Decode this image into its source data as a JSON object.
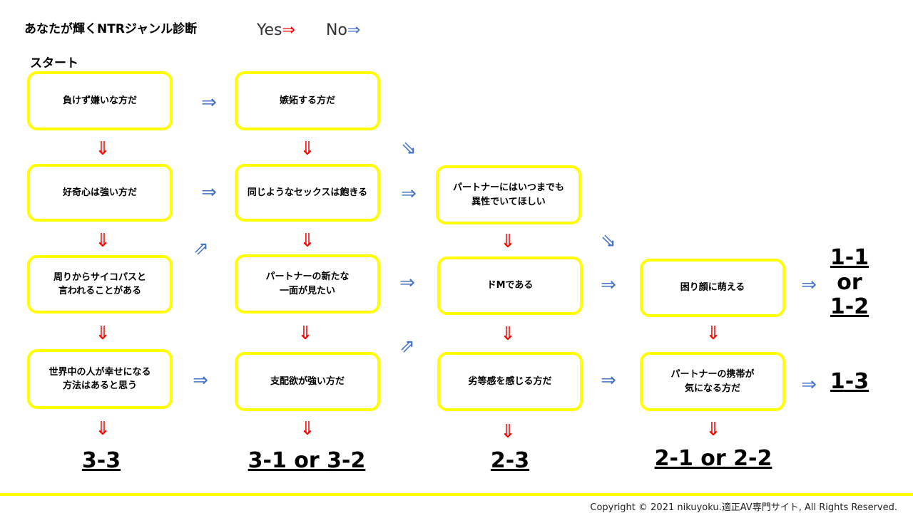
{
  "header": {
    "title": "あなたが輝くNTRジャンル診断",
    "legend_yes": "Yes",
    "legend_no": "No",
    "yes_color": "#ff0000",
    "no_color": "#4472c4"
  },
  "start_label": "スタート",
  "arrow_glyphs": {
    "right": "⇒",
    "down": "⇓",
    "up_right": "⇗",
    "down_right": "⇘"
  },
  "nodes": {
    "c1_q1": "負けず嫌いな方だ",
    "c1_q2": "好奇心は強い方だ",
    "c1_q3": "周りからサイコパスと\n言われることがある",
    "c1_q4": "世界中の人が幸せになる\n方法はあると思う",
    "c2_q1": "嫉妬する方だ",
    "c2_q2": "同じようなセックスは飽きる",
    "c2_q3": "パートナーの新たな\n一面が見たい",
    "c2_q4": "支配欲が強い方だ",
    "c3_q1": "パートナーにはいつまでも\n異性でいてほしい",
    "c3_q2": "ドMである",
    "c3_q3": "劣等感を感じる方だ",
    "c4_q1": "困り顔に萌える",
    "c4_q2": "パートナーの携帯が\n気になる方だ"
  },
  "results": {
    "col1": "3-3",
    "col2": "3-1 or 3-2",
    "col3": "2-3",
    "col4": "2-1 or 2-2",
    "side_top_a": "1-1",
    "side_top_or": "or",
    "side_top_b": "1-2",
    "side_bottom": "1-3"
  },
  "footer": {
    "copyright": "Copyright © 2021 nikuyoku.適正AV専門サイト, All Rights Reserved.",
    "bar_color": "#ffff00"
  }
}
